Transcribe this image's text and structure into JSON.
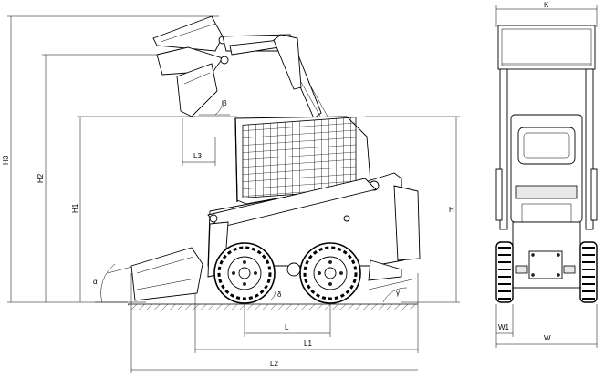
{
  "labels": {
    "H3": "H3",
    "H2": "H2",
    "H1": "H1",
    "H": "H",
    "L3": "L3",
    "L": "L",
    "L1": "L1",
    "L2": "L2",
    "K": "K",
    "W": "W",
    "W1": "W1",
    "alpha": "α",
    "beta": "β",
    "gamma": "γ",
    "delta": "δ"
  }
}
